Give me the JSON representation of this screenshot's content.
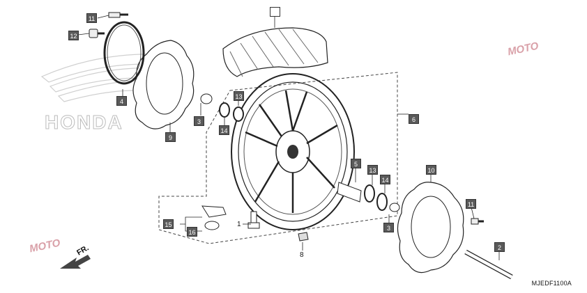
{
  "diagram": {
    "code": "MJEDF1100A",
    "direction_label": "FR.",
    "brand_watermark": "HONDA",
    "site_watermark": "MOTO",
    "callouts": [
      {
        "id": "tire",
        "label": ""
      },
      {
        "id": "p1",
        "label": "1"
      },
      {
        "id": "p2",
        "label": "2"
      },
      {
        "id": "p3a",
        "label": "3"
      },
      {
        "id": "p3b",
        "label": "3"
      },
      {
        "id": "p4",
        "label": "4"
      },
      {
        "id": "p5",
        "label": "5"
      },
      {
        "id": "p6",
        "label": "6"
      },
      {
        "id": "p8",
        "label": "8"
      },
      {
        "id": "p9",
        "label": "9"
      },
      {
        "id": "p10",
        "label": "10"
      },
      {
        "id": "p11a",
        "label": "11"
      },
      {
        "id": "p11b",
        "label": "11"
      },
      {
        "id": "p12",
        "label": "12"
      },
      {
        "id": "p13a",
        "label": "13"
      },
      {
        "id": "p13b",
        "label": "13"
      },
      {
        "id": "p14a",
        "label": "14"
      },
      {
        "id": "p14b",
        "label": "14"
      },
      {
        "id": "p15",
        "label": "15"
      },
      {
        "id": "p16",
        "label": "16"
      }
    ]
  }
}
